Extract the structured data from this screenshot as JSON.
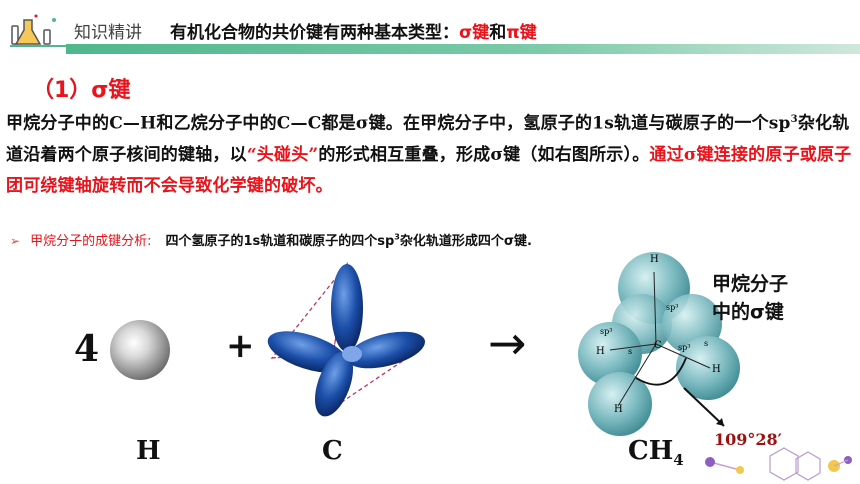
{
  "header": {
    "label": "知识精讲",
    "title_main": "有机化合物的共价键有两种基本类型：",
    "title_sigma": "σ键",
    "title_and": "和",
    "title_pi": "π键"
  },
  "section_title": "（1）σ键",
  "paragraph": {
    "p1": "甲烷分子中的C—H和乙烷分子中的C—C都是σ键。在甲烷分子中，氢原子的1s轨道与碳原子的一个sp",
    "p1_sup": "3",
    "p2": "杂化轨道沿着两个原子核间的键轴，以",
    "p2_red": "“头碰头”",
    "p3": "的形式相互重叠，形成σ键（如右图所示）。",
    "p4_red": "通过σ键连接的原子或原子团可绕键轴旋转而不会导致化学键的破坏。"
  },
  "bullet": {
    "arrow": "➢",
    "label": "甲烷分子的成键分析:",
    "text_a": "四个氢原子的1s轨道和碳原子的四个sp",
    "text_sup": "3",
    "text_b": "杂化轨道形成四个σ键."
  },
  "figure": {
    "count": "4",
    "plus": "+",
    "arrow": "→",
    "label_h": "H",
    "label_c": "C",
    "label_ch4": "CH",
    "label_ch4_sub": "4",
    "caption_line1": "甲烷分子",
    "caption_line2": "中的σ键",
    "angle": "109°28′",
    "methane_labels": {
      "h_top": "H",
      "h_left": "H",
      "h_right": "H",
      "h_bottom": "H",
      "c": "C",
      "sp3_a": "sp³",
      "sp3_b": "sp³",
      "sp3_c": "sp³",
      "s1": "s",
      "s2": "s"
    }
  },
  "colors": {
    "accent_red": "#e8131b",
    "rule_green": "#4fb78d",
    "orbital_blue": "#1b4fa8",
    "sphere_teal": "#7fbcc2"
  }
}
